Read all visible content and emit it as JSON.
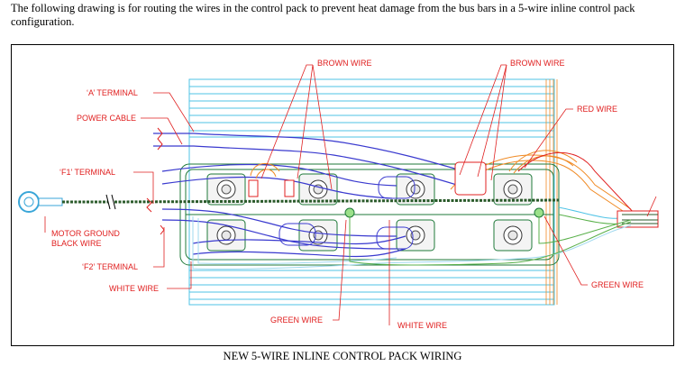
{
  "intro_text": "The following drawing is for routing the wires in the control pack to prevent heat damage from the bus bars in a 5-wire inline control pack configuration.",
  "caption": "NEW 5-WIRE INLINE CONTROL PACK WIRING",
  "labels": {
    "brown_wire_1": "BROWN WIRE",
    "brown_wire_2": "BROWN WIRE",
    "a_terminal": "‘A’ TERMINAL",
    "power_cable": "POWER CABLE",
    "red_wire": "RED WIRE",
    "f1_terminal": "‘F1’ TERMINAL",
    "motor_ground_1": "MOTOR GROUND",
    "motor_ground_2": "BLACK WIRE",
    "f2_terminal": "‘F2’ TERMINAL",
    "white_wire_left": "WHITE WIRE",
    "green_wire_bottom": "GREEN WIRE",
    "white_wire_bottom": "WHITE WIRE",
    "green_wire_right": "GREEN WIRE"
  },
  "colors": {
    "label": "#e02020",
    "heatsink": "#4fc3e6",
    "bus_plate": "#1f7a3a",
    "power_cable": "#3a3acf",
    "harness_orange": "#f08a24",
    "green_wire": "#59b04a"
  }
}
